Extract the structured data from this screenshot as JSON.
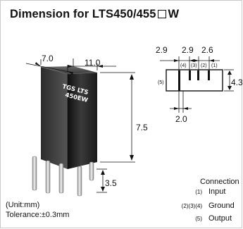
{
  "title": {
    "before_box": "Dimension for LTS450/455",
    "after_box": "W"
  },
  "component": {
    "marking_line1": "TGS LTS",
    "marking_line2": "450EW"
  },
  "side_view": {
    "width": "7.0",
    "length": "11.0",
    "height": "7.5",
    "pin_length": "3.5"
  },
  "top_view": {
    "pitch_left": "2.9",
    "pitch_mid": "2.9",
    "pitch_right": "2.6",
    "depth": "4.3",
    "row_spacing": "2.0",
    "pins_top": [
      "(4)",
      "(3)",
      "(2)",
      "(1)"
    ],
    "pin_bottom": "(5)"
  },
  "connection": {
    "title": "Connection",
    "rows": [
      {
        "num": "(1)",
        "name": "Input"
      },
      {
        "num": "(2)(3)(4)",
        "name": "Ground"
      },
      {
        "num": "(5)",
        "name": "Output"
      }
    ]
  },
  "notes": {
    "unit": "(Unit:mm)",
    "tolerance": "Tolerance:±0.3mm"
  }
}
